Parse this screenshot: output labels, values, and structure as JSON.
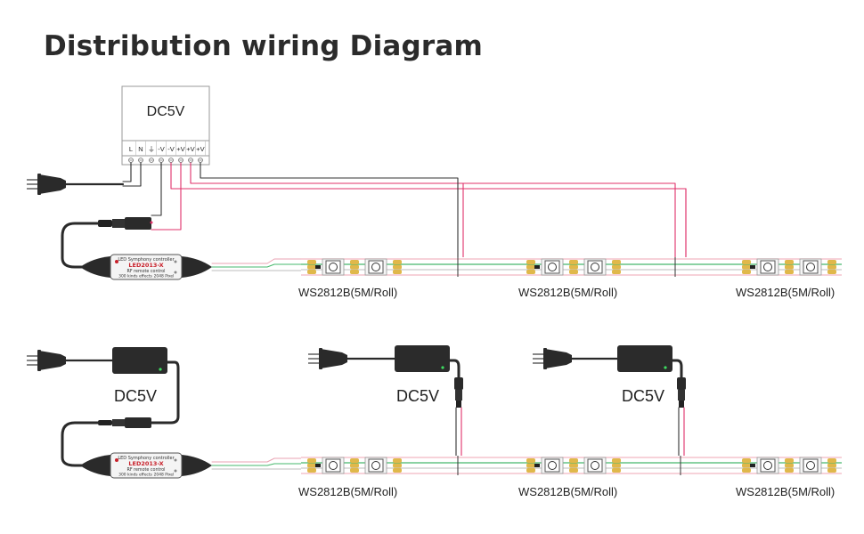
{
  "title": "Distribution wiring Diagram",
  "power_supply": {
    "label": "DC5V",
    "terminals": [
      "L",
      "N",
      "⏚",
      "-V",
      "-V",
      "+V",
      "+V",
      "+V"
    ]
  },
  "adapter_label": "DC5V",
  "strip_label": "WS2812B(5M/Roll)",
  "controller": {
    "line1": "LED Symphony controller",
    "model": "LED2013-X",
    "line3": "RF remote control",
    "line4": "300 kinds effects",
    "line4b": "2048 Pixel"
  },
  "colors": {
    "wire_red": "#e0306a",
    "wire_black": "#333333",
    "data_green": "#46b86c",
    "strip_pink": "#f2b8c2",
    "solder_pad": "#e0b84a",
    "controller_red": "#c8202a"
  }
}
